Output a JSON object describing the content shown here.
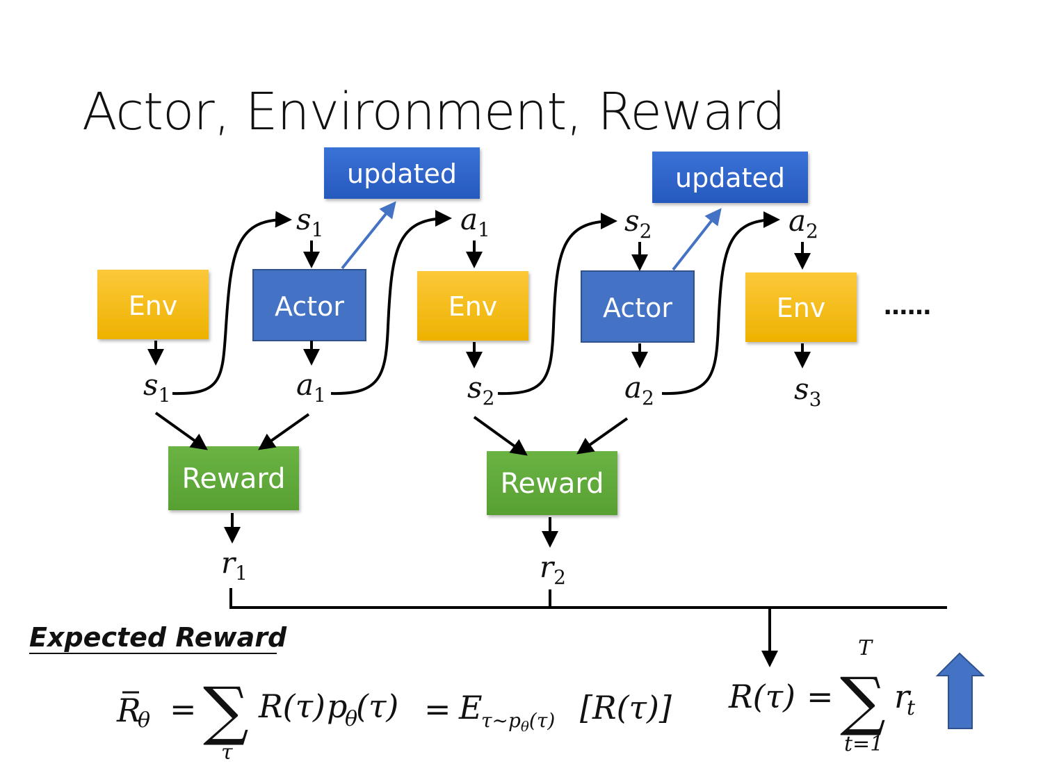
{
  "slide": {
    "title": "Actor, Environment, Reward",
    "continuation": "……"
  },
  "boxes": {
    "env_label": "Env",
    "actor_label": "Actor",
    "reward_label": "Reward",
    "updated_label": "updated"
  },
  "symbols": {
    "s": "s",
    "a": "a",
    "r": "r",
    "sub1": "1",
    "sub2": "2",
    "sub3": "3"
  },
  "formula": {
    "heading": "Expected Reward",
    "rbar": "R",
    "theta": "θ",
    "equals": "=",
    "sigma": "∑",
    "tau": "τ",
    "r_tau": "R(τ)",
    "p": "p",
    "p_arg": "(τ)",
    "expect": "E",
    "expect_sub": "τ~p",
    "expect_sub_theta": "θ",
    "expect_sub_arg": "(τ)",
    "expect_body": "[R(τ)]",
    "sum_upper": "T",
    "sum_lower": "t=1",
    "r_t": "r",
    "t_sub": "t"
  },
  "colors": {
    "env": "#f5b800",
    "actor": "#4472c4",
    "reward": "#5fa838",
    "updated": "#2e64c8",
    "update_arrow": "#4472c4",
    "big_arrow": "#4472c4"
  }
}
